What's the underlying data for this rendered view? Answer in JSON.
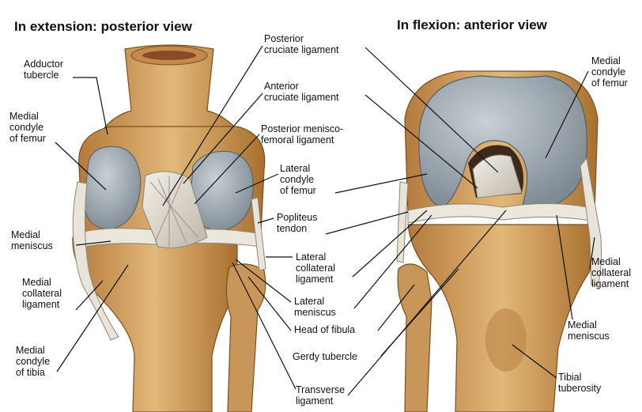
{
  "views": {
    "posterior": "In extension: posterior view",
    "anterior": "In flexion: anterior view"
  },
  "labels": {
    "adductor_tubercle": "Adductor\ntubercle",
    "medial_condyle_femur_left": "Medial\ncondyle\nof femur",
    "medial_meniscus_left": "Medial\nmeniscus",
    "medial_collateral_left": "Medial\ncollateral\nligament",
    "medial_condyle_tibia": "Medial\ncondyle\nof tibia",
    "posterior_cruciate": "Posterior\ncruciate ligament",
    "anterior_cruciate": "Anterior\ncruciate ligament",
    "posterior_meniscofemoral": "Posterior menisco-\nfemoral ligament",
    "lateral_condyle_femur": "Lateral\ncondyle\nof femur",
    "popliteus_tendon": "Popliteus\ntendon",
    "lateral_collateral": "Lateral\ncollateral\nligament",
    "lateral_meniscus": "Lateral\nmeniscus",
    "head_of_fibula": "Head of fibula",
    "gerdy_tubercle": "Gerdy tubercle",
    "transverse_ligament": "Transverse\nligament",
    "medial_condyle_femur_right": "Medial\ncondyle\nof femur",
    "medial_collateral_right": "Medial\ncollateral\nligament",
    "medial_meniscus_right": "Medial\nmeniscus",
    "tibial_tuberosity": "Tibial\ntuberosity"
  },
  "colors": {
    "bone": "#d9a766",
    "bone_dark": "#a8743a",
    "cartilage": "#9aa5ad",
    "ligament": "#e4e0d6",
    "leader": "#111111"
  }
}
